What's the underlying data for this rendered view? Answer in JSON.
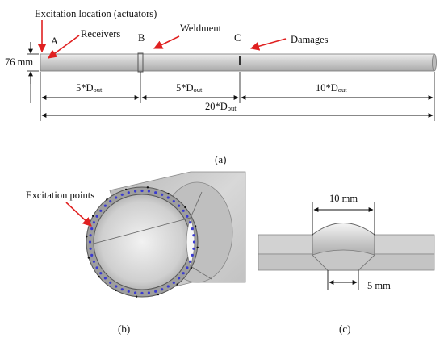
{
  "figure_a": {
    "caption": "(a)",
    "excitation_label": "Excitation location (actuators)",
    "receivers_label": "Receivers",
    "weldment_label": "Weldment",
    "damages_label": "Damages",
    "point_a": "A",
    "point_b": "B",
    "point_c": "C",
    "diameter_label": "76 mm",
    "dims": {
      "seg1": "5*D",
      "seg2": "5*D",
      "seg3": "10*D",
      "total": "20*D",
      "subscript": "out"
    }
  },
  "figure_b": {
    "caption": "(b)",
    "excitation_points_label": "Excitation points"
  },
  "figure_c": {
    "caption": "(c)",
    "top_width_label": "10 mm",
    "bottom_width_label": "5 mm"
  },
  "colors": {
    "arrow": "#e02020",
    "points": "#3a3ad0",
    "pipe": "#c9c9c9"
  }
}
